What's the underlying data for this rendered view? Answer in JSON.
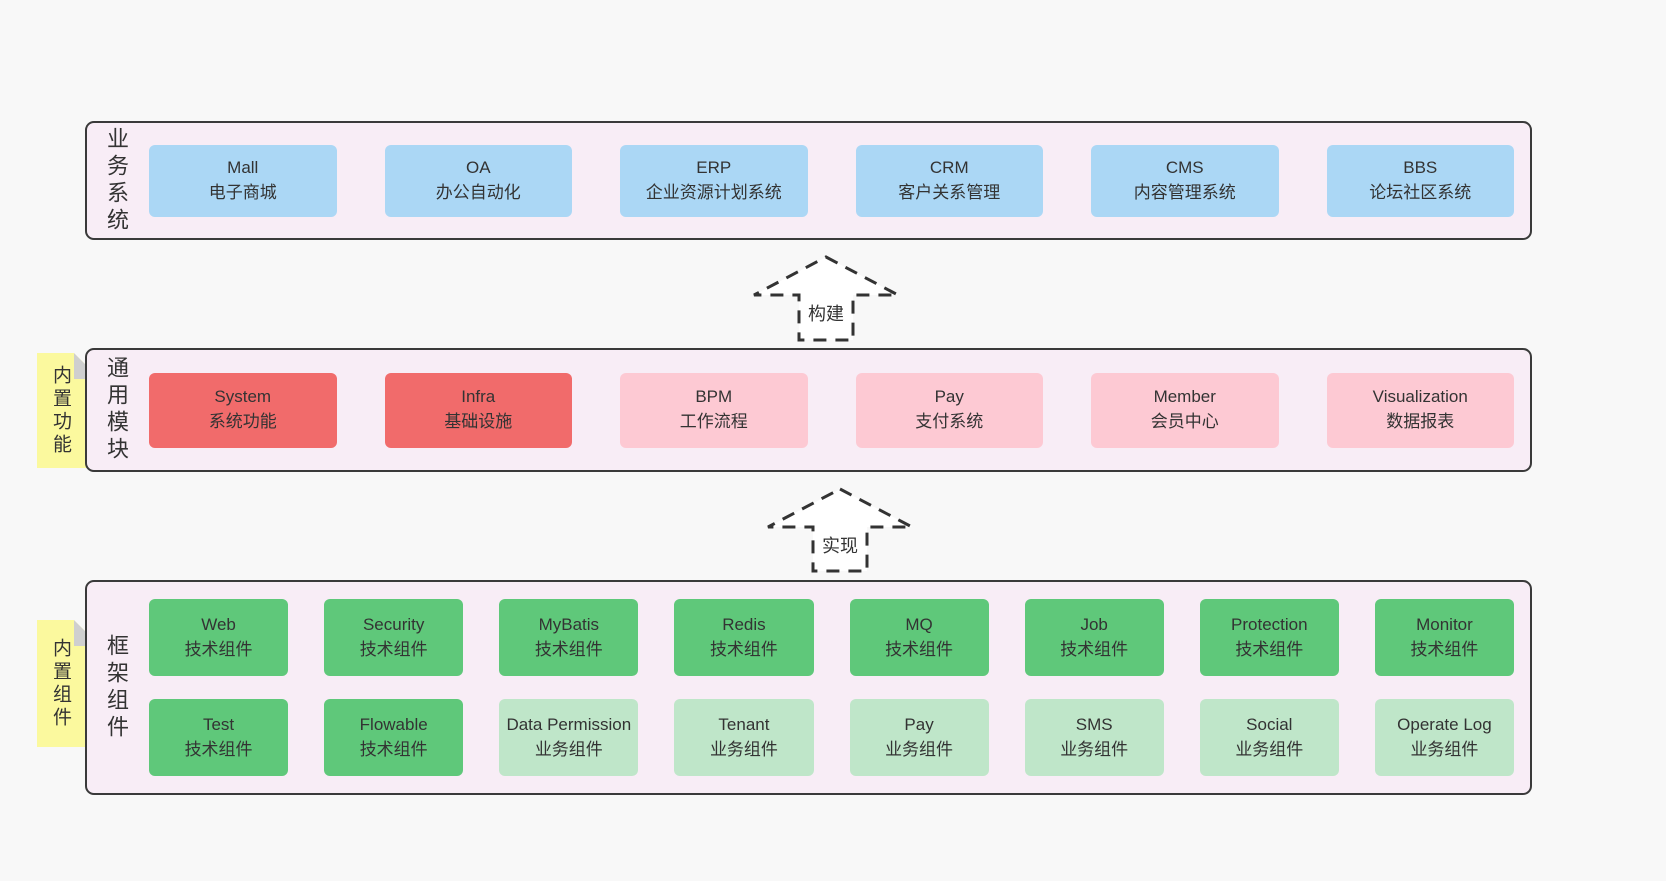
{
  "palette": {
    "page_bg": "#f8f8f8",
    "container_bg": "#f8edf6",
    "container_border": "#3a3a3a",
    "blue_box": "#abd7f5",
    "red_box": "#f16b6b",
    "pink_box": "#fdc9d3",
    "green_box": "#5fc87a",
    "green_light_box": "#bfe6c9",
    "sticky_yellow": "#fbf99e",
    "text": "#333333"
  },
  "arrows": [
    {
      "label": "构建"
    },
    {
      "label": "实现"
    }
  ],
  "sections": [
    {
      "label": "业务系统",
      "boxes": [
        {
          "name": "Mall",
          "desc": "电子商城"
        },
        {
          "name": "OA",
          "desc": "办公自动化"
        },
        {
          "name": "ERP",
          "desc": "企业资源计划系统"
        },
        {
          "name": "CRM",
          "desc": "客户关系管理"
        },
        {
          "name": "CMS",
          "desc": "内容管理系统"
        },
        {
          "name": "BBS",
          "desc": "论坛社区系统"
        }
      ]
    },
    {
      "label": "通用模块",
      "sticky": "内置功能",
      "boxes": [
        {
          "name": "System",
          "desc": "系统功能"
        },
        {
          "name": "Infra",
          "desc": "基础设施"
        },
        {
          "name": "BPM",
          "desc": "工作流程"
        },
        {
          "name": "Pay",
          "desc": "支付系统"
        },
        {
          "name": "Member",
          "desc": "会员中心"
        },
        {
          "name": "Visualization",
          "desc": "数据报表"
        }
      ]
    },
    {
      "label": "框架组件",
      "sticky": "内置组件",
      "rows": [
        [
          {
            "name": "Web",
            "desc": "技术组件"
          },
          {
            "name": "Security",
            "desc": "技术组件"
          },
          {
            "name": "MyBatis",
            "desc": "技术组件"
          },
          {
            "name": "Redis",
            "desc": "技术组件"
          },
          {
            "name": "MQ",
            "desc": "技术组件"
          },
          {
            "name": "Job",
            "desc": "技术组件"
          },
          {
            "name": "Protection",
            "desc": "技术组件"
          },
          {
            "name": "Monitor",
            "desc": "技术组件"
          }
        ],
        [
          {
            "name": "Test",
            "desc": "技术组件"
          },
          {
            "name": "Flowable",
            "desc": "技术组件"
          },
          {
            "name": "Data Permission",
            "desc": "业务组件"
          },
          {
            "name": "Tenant",
            "desc": "业务组件"
          },
          {
            "name": "Pay",
            "desc": "业务组件"
          },
          {
            "name": "SMS",
            "desc": "业务组件"
          },
          {
            "name": "Social",
            "desc": "业务组件"
          },
          {
            "name": "Operate Log",
            "desc": "业务组件"
          }
        ]
      ]
    }
  ]
}
